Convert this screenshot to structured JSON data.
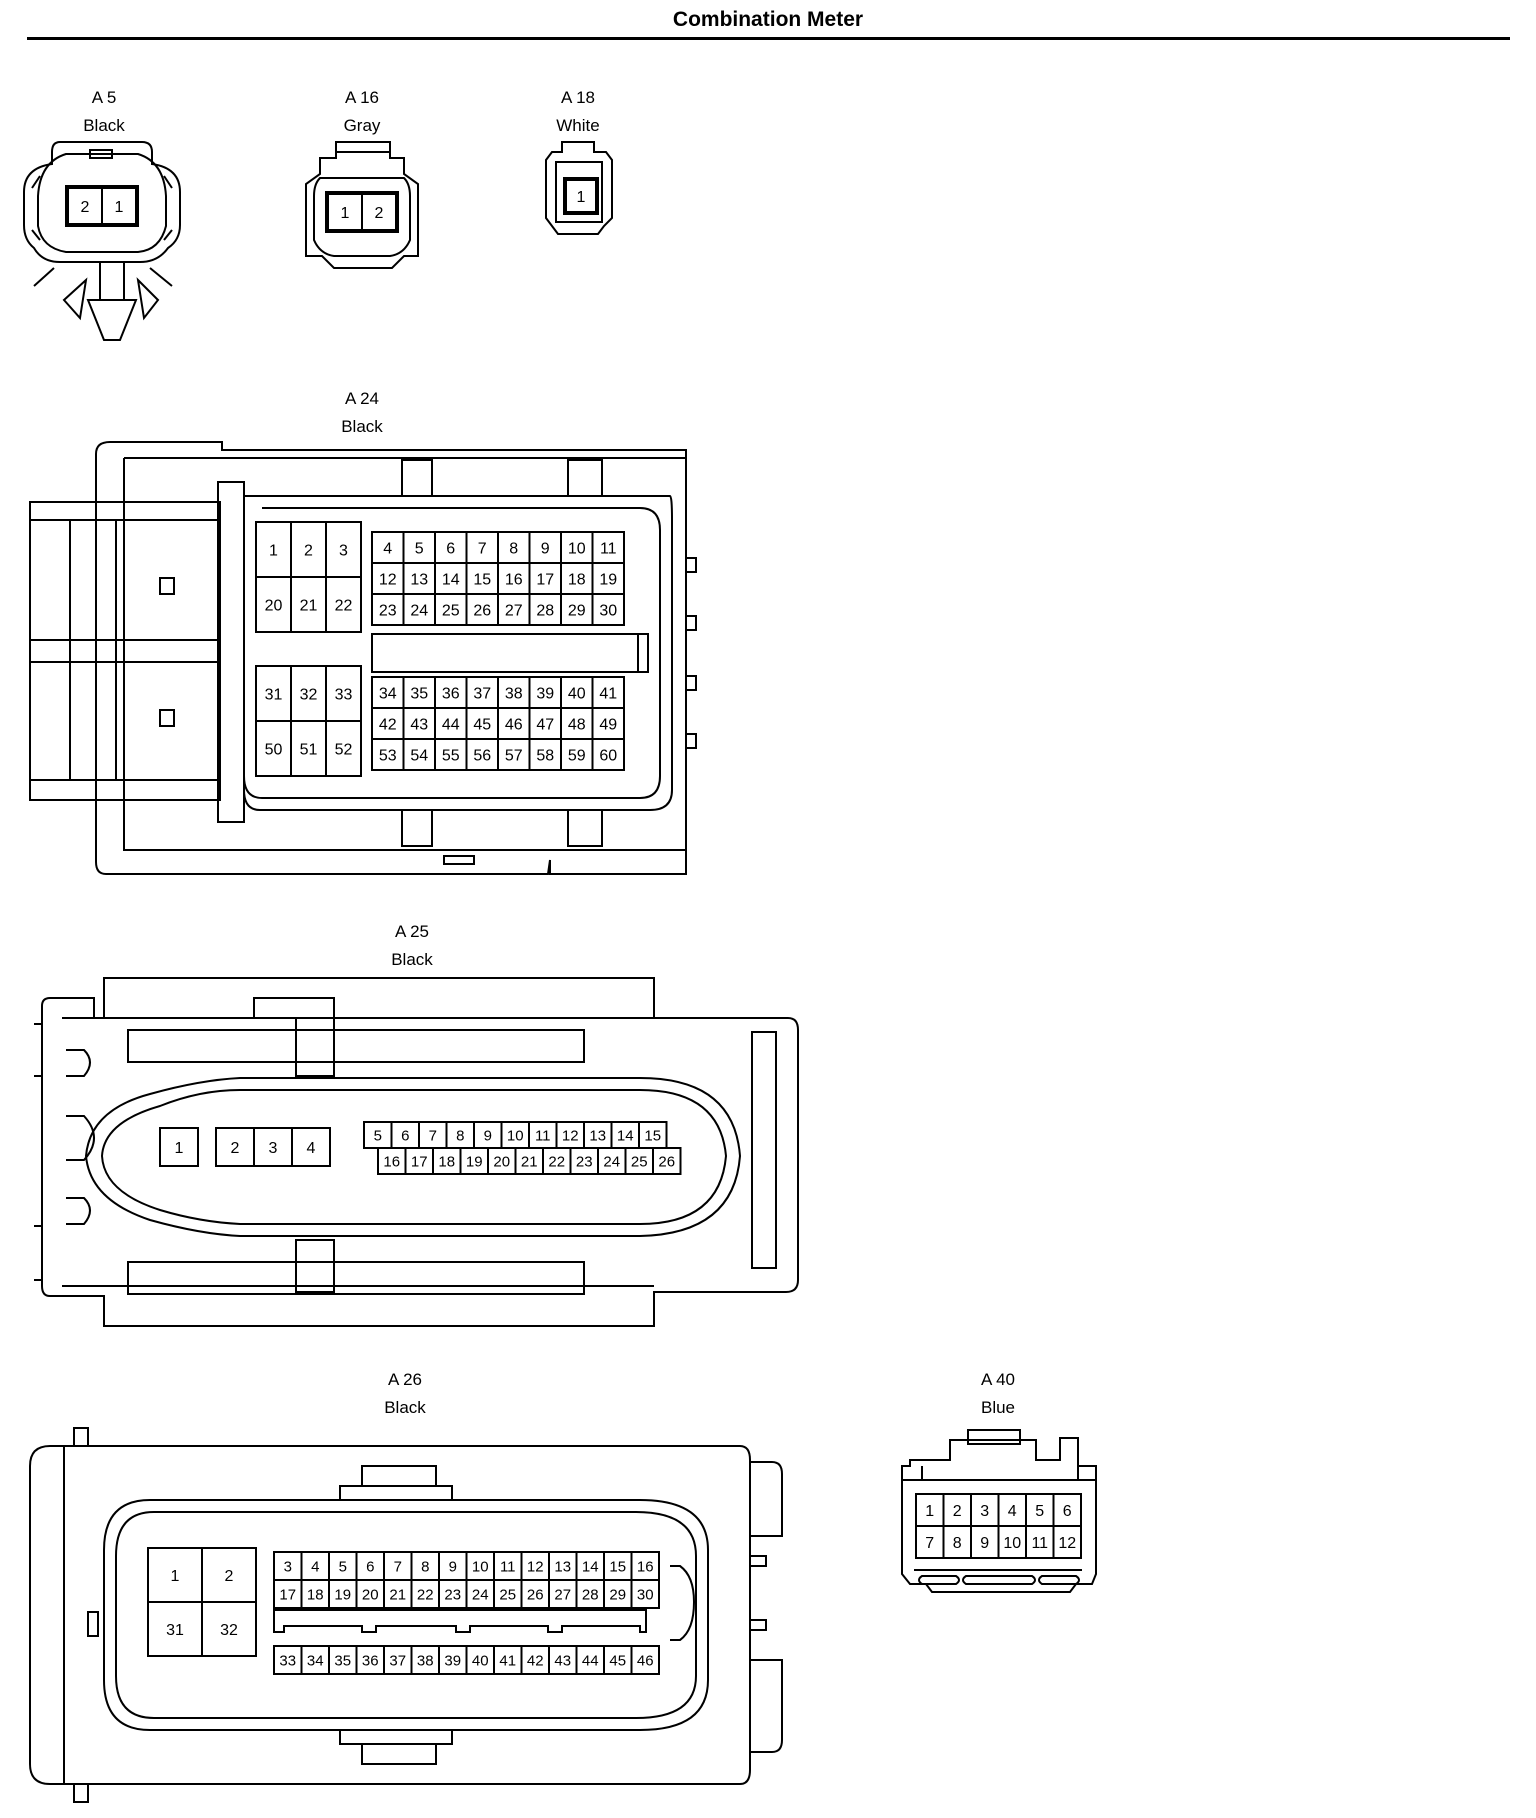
{
  "title": "Combination Meter",
  "connectors": [
    {
      "code": "A 5",
      "color": "Black",
      "pins": [
        "2",
        "1"
      ]
    },
    {
      "code": "A 16",
      "color": "Gray",
      "pins": [
        "1",
        "2"
      ]
    },
    {
      "code": "A 18",
      "color": "White",
      "pins": [
        "1"
      ]
    },
    {
      "code": "A 24",
      "color": "Black",
      "pins": [
        "1",
        "2",
        "3",
        "20",
        "21",
        "22",
        "31",
        "32",
        "33",
        "50",
        "51",
        "52",
        "4",
        "5",
        "6",
        "7",
        "8",
        "9",
        "10",
        "11",
        "12",
        "13",
        "14",
        "15",
        "16",
        "17",
        "18",
        "19",
        "23",
        "24",
        "25",
        "26",
        "27",
        "28",
        "29",
        "30",
        "34",
        "35",
        "36",
        "37",
        "38",
        "39",
        "40",
        "41",
        "42",
        "43",
        "44",
        "45",
        "46",
        "47",
        "48",
        "49",
        "53",
        "54",
        "55",
        "56",
        "57",
        "58",
        "59",
        "60"
      ]
    },
    {
      "code": "A 25",
      "color": "Black",
      "pins": [
        "1",
        "2",
        "3",
        "4",
        "5",
        "6",
        "7",
        "8",
        "9",
        "10",
        "11",
        "12",
        "13",
        "14",
        "15",
        "16",
        "17",
        "18",
        "19",
        "20",
        "21",
        "22",
        "23",
        "24",
        "25",
        "26"
      ]
    },
    {
      "code": "A 26",
      "color": "Black",
      "pins": [
        "1",
        "2",
        "31",
        "32",
        "3",
        "4",
        "5",
        "6",
        "7",
        "8",
        "9",
        "10",
        "11",
        "12",
        "13",
        "14",
        "15",
        "16",
        "17",
        "18",
        "19",
        "20",
        "21",
        "22",
        "23",
        "24",
        "25",
        "26",
        "27",
        "28",
        "29",
        "30",
        "33",
        "34",
        "35",
        "36",
        "37",
        "38",
        "39",
        "40",
        "41",
        "42",
        "43",
        "44",
        "45",
        "46"
      ]
    },
    {
      "code": "A 40",
      "color": "Blue",
      "pins": [
        "1",
        "2",
        "3",
        "4",
        "5",
        "6",
        "7",
        "8",
        "9",
        "10",
        "11",
        "12"
      ]
    }
  ]
}
